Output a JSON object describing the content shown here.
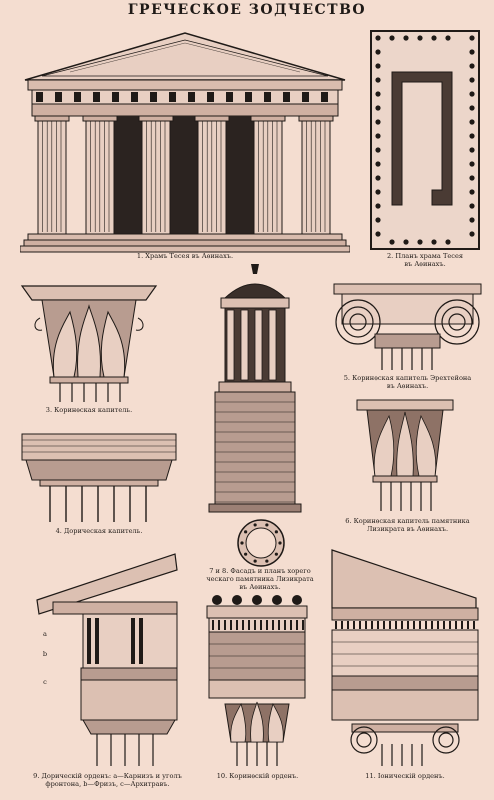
{
  "plate": {
    "title": "ГРЕЧЕСКОЕ ЗОДЧЕСТВО",
    "figures": [
      {
        "num": "1",
        "caption": "1. Храмъ Тесея въ Аѳинахъ."
      },
      {
        "num": "2",
        "caption_lines": [
          "2. Планъ храма Тесея",
          "въ Аѳинахъ."
        ]
      },
      {
        "num": "3",
        "caption": "3. Коринѳская капитель."
      },
      {
        "num": "4",
        "caption": "4. Дорическая капитель."
      },
      {
        "num": "5",
        "caption_lines": [
          "5. Коринѳская капитель Эрехтейона",
          "въ Аѳинахъ."
        ]
      },
      {
        "num": "6",
        "caption_lines": [
          "6. Коринѳская капитель памятника",
          "Лизикрата въ Аѳинахъ."
        ]
      },
      {
        "num": "7-8",
        "caption_lines": [
          "7 и 8. Фасадъ и планъ хорего",
          "ческаго памятника Лизикрата",
          "въ Аѳинахъ."
        ]
      },
      {
        "num": "9",
        "caption_lines": [
          "9. Дорическій орденъ: а—Карнизъ и уголъ",
          "фронтона, b—Фризъ, c—Архитравъ."
        ],
        "labels": [
          "a",
          "b",
          "c"
        ]
      },
      {
        "num": "10",
        "caption": "10. Коринѳскій орденъ."
      },
      {
        "num": "11",
        "caption": "11. Іоническій орденъ."
      }
    ]
  }
}
